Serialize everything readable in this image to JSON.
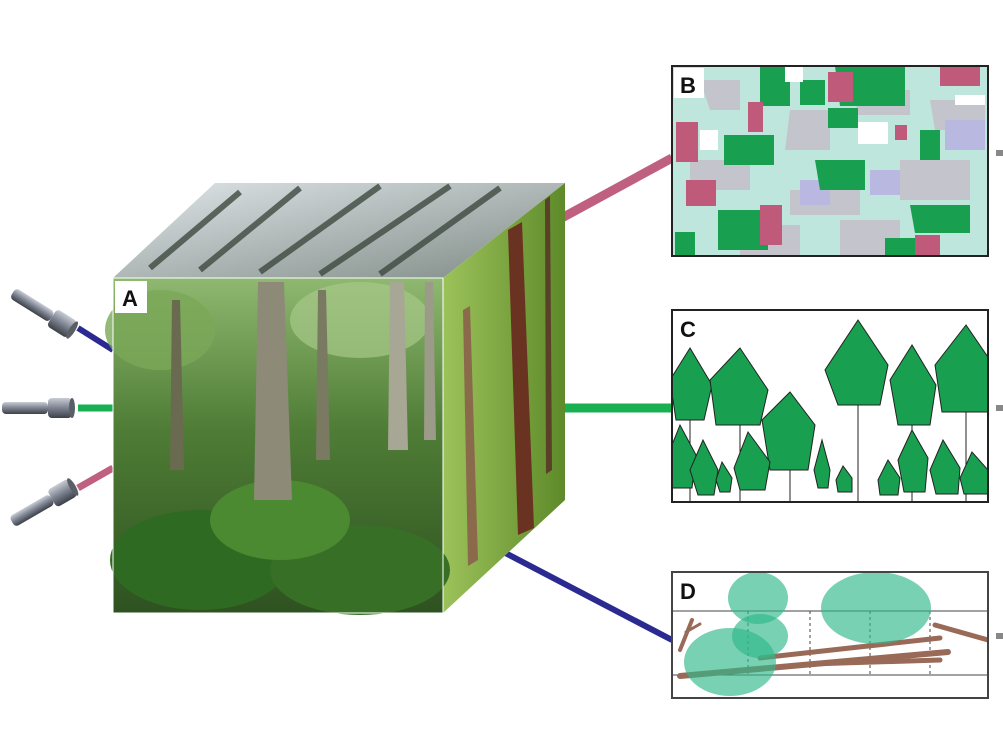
{
  "labels": {
    "a": "A",
    "b": "B",
    "c": "C",
    "d": "D"
  },
  "colors": {
    "connector_pink": "#c06080",
    "connector_green": "#18b050",
    "connector_blue": "#2a2a90",
    "tree_green": "#18a050",
    "crown_light": "#7fd6b8",
    "crown_pink": "#c05a7a",
    "crown_lavender": "#b8b8e0",
    "crown_grey": "#c4c4cc",
    "crown_white": "#ffffff",
    "wood_brown": "#9a6a58",
    "canopy_transparent": "#2fb88a",
    "frame": "#222222"
  },
  "icons": {
    "flashlights": [
      "flashlight-icon",
      "flashlight-icon",
      "flashlight-icon"
    ]
  }
}
